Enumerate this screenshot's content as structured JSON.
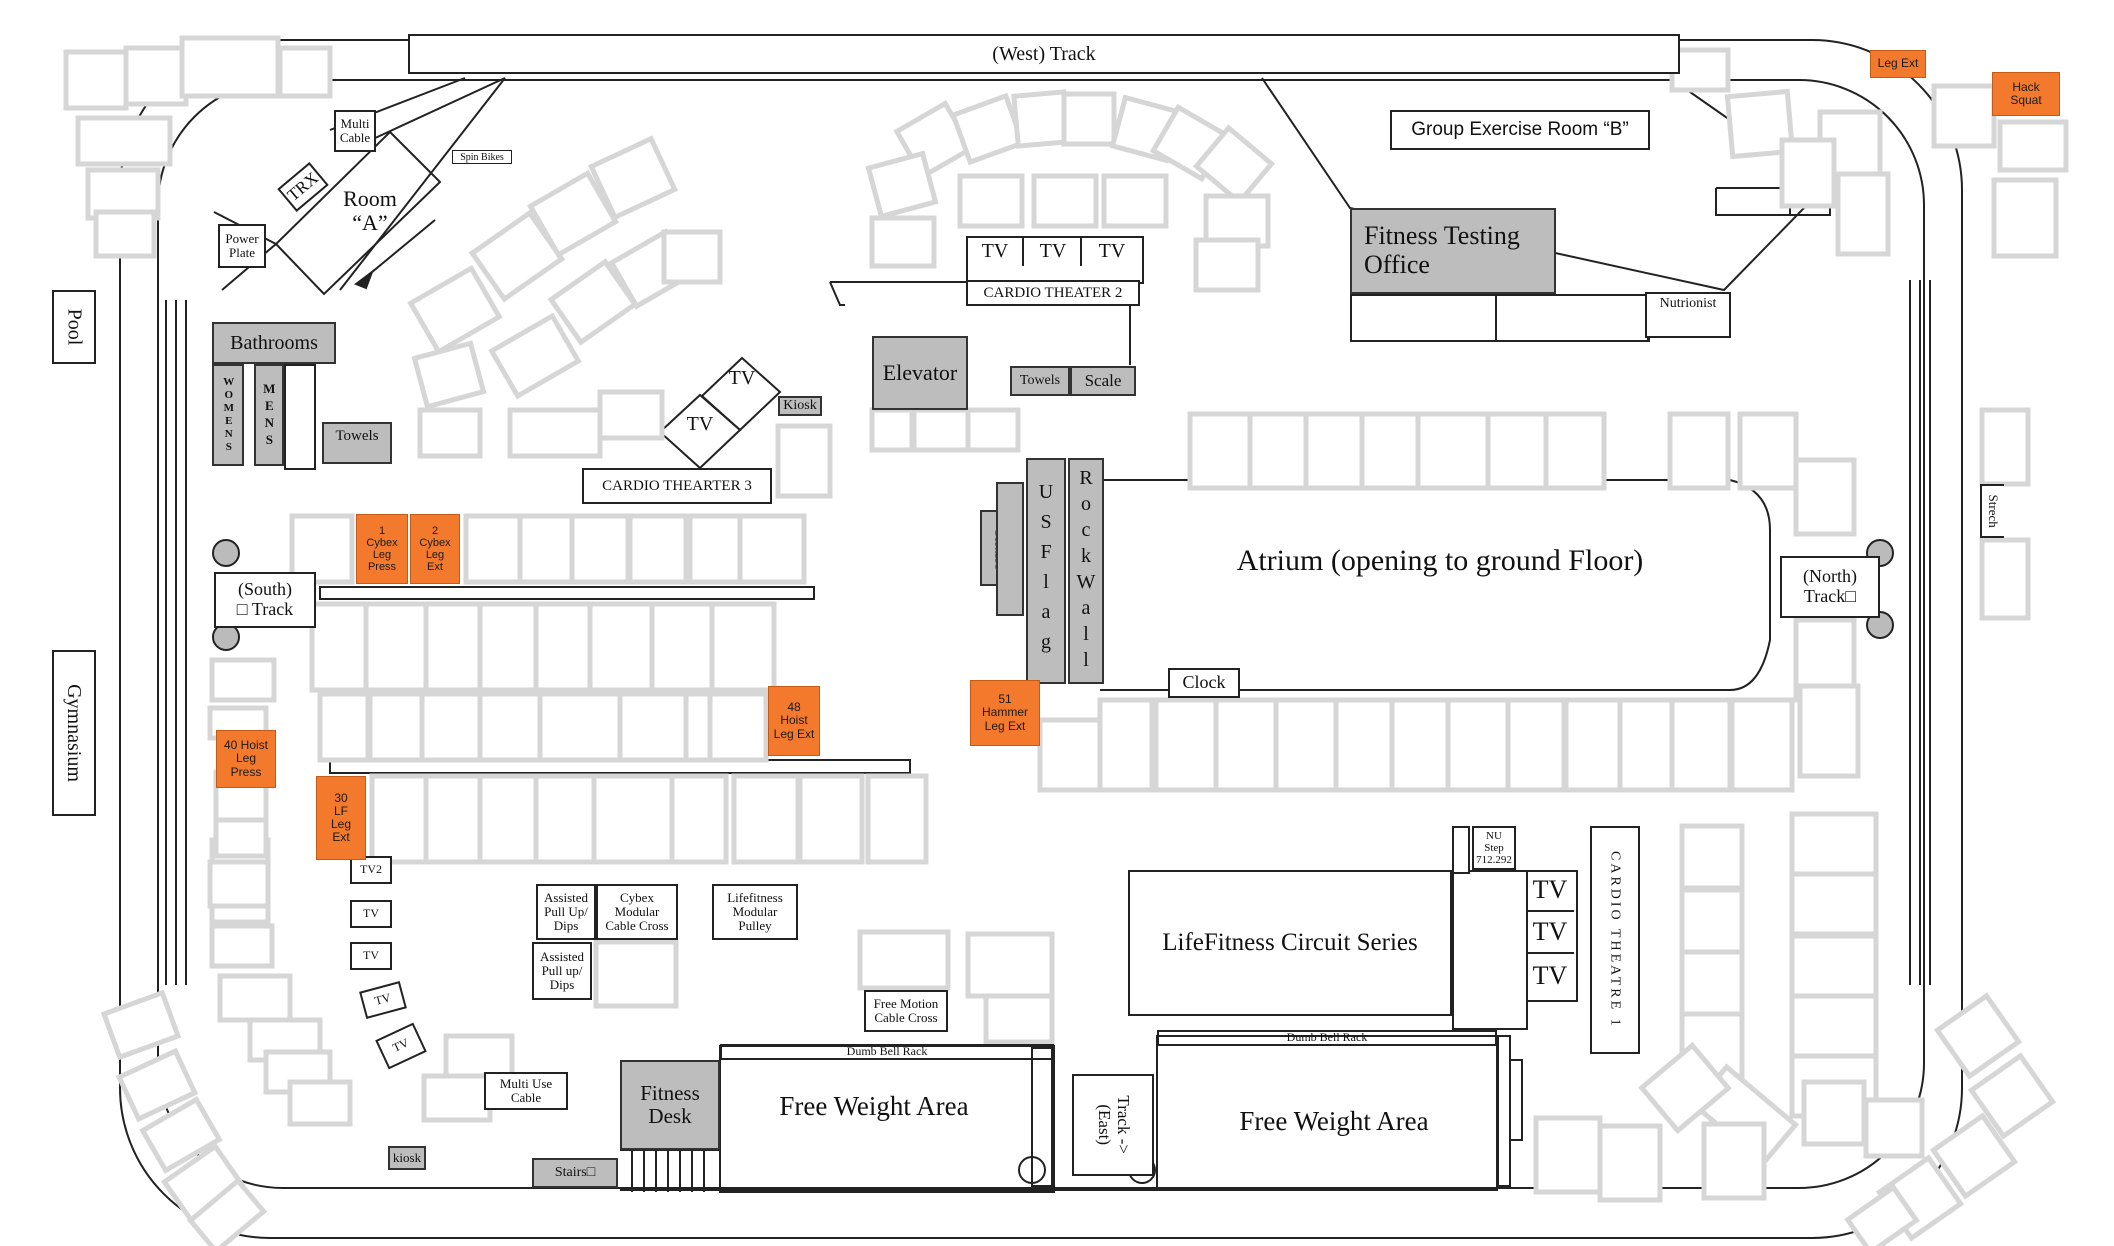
{
  "rooms": {
    "west_track": "(West) Track",
    "group_ex_b": "Group Exercise Room “B”",
    "fitness_testing": "Fitness Testing\nOffice",
    "nutrionist": "Nutrionist",
    "elevator": "Elevator",
    "cardio_theater_2": "CARDIO THEATER  2",
    "cardio_theater_3": "CARDIO THEARTER  3",
    "cardio_theater_1": "CARDIO THEATRE 1",
    "kiosk_top": "Kiosk",
    "towels_top": "Towels",
    "scale": "Scale",
    "pool": "Pool",
    "gymnasium": "Gymnasium",
    "bathrooms": "Bathrooms",
    "womens": "WOMENS",
    "mens": "MENS",
    "towels_left": "Towels",
    "room_a": "Room\n“A”",
    "trx": "TRX",
    "multi_cable": "Multi\nCable",
    "spin_bikes": "Spin Bikes",
    "power_plate": "Power\nPlate",
    "south_track": "(South)\n□ Track",
    "north_track": "(North)\nTrack□",
    "stretch": "Strech",
    "atrium": "Atrium (opening to ground Floor)",
    "chairs": "Chairs",
    "us_flag": "USFlag",
    "rock_wall": "RockWall",
    "clock": "Clock",
    "lifefitness_circuit": "LifeFitness Circuit Series",
    "nu_step": "NU\nStep\n712.292",
    "assisted_1": "Assisted\nPull Up/\nDips",
    "assisted_2": "Assisted\nPull up/\nDips",
    "cybex_modular": "Cybex\nModular\nCable Cross",
    "lifefitness_modular": "Lifefitness\nModular\nPulley",
    "free_motion": "Free Motion\nCable Cross",
    "multi_use_cable": "Multi Use\nCable",
    "kiosk_bottom": "kiosk",
    "stairs": "Stairs□",
    "fitness_desk": "Fitness\nDesk",
    "dumb_bell_rack_1": "Dumb Bell Rack",
    "dumb_bell_rack_2": "Dumb Bell Rack",
    "free_weight_1": "Free Weight Area",
    "free_weight_2": "Free Weight Area",
    "track_east": "Track ->\n(East)"
  },
  "tv_labels": {
    "tv": "TV",
    "tv2": "TV2"
  },
  "highlighted": {
    "leg_ext_top": "Leg Ext",
    "hack_squat": "Hack\nSquat",
    "m1": "1\nCybex\nLeg\nPress",
    "m2": "2\nCybex\nLeg\nExt",
    "m40": "40 Hoist\nLeg\nPress",
    "m30": "30\nLF\nLeg\nExt",
    "m48": "48\nHoist\nLeg Ext",
    "m51": "51\nHammer\nLeg Ext"
  },
  "colors": {
    "highlight": "#f37a2c",
    "room_fill": "#bdbdbd",
    "track_line": "#222222"
  }
}
